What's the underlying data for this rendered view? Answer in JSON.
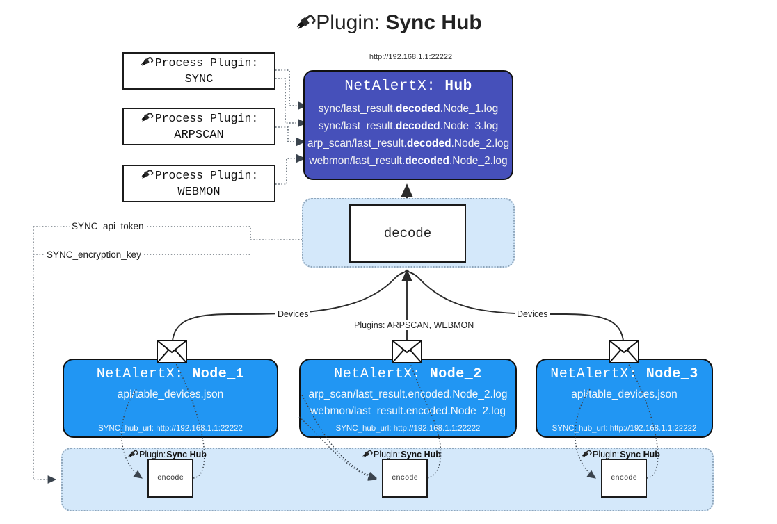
{
  "title": {
    "icon": "plug-icon",
    "prefix": "Plugin: ",
    "name": "Sync Hub"
  },
  "hub": {
    "url_caption": "http://192.168.1.1:22222",
    "title_prefix": "NetAlertX: ",
    "title_name": "Hub",
    "color": "#4650ba",
    "lines": [
      {
        "pre": "sync/last_result.",
        "mid": "decoded",
        "post": ".Node_1.log"
      },
      {
        "pre": "sync/last_result.",
        "mid": "decoded",
        "post": ".Node_3.log"
      },
      {
        "pre": "arp_scan/last_result.",
        "mid": "decoded",
        "post": ".Node_2.log"
      },
      {
        "pre": "webmon/last_result.",
        "mid": "decoded",
        "post": ".Node_2.log"
      }
    ]
  },
  "process_plugins": [
    {
      "line1": "Process Plugin:",
      "line2": "SYNC",
      "icon": "plug-icon"
    },
    {
      "line1": "Process Plugin:",
      "line2": "ARPSCAN",
      "icon": "plug-icon"
    },
    {
      "line1": "Process Plugin:",
      "line2": "WEBMON",
      "icon": "plug-icon"
    }
  ],
  "decode": {
    "label": "decode",
    "band_color": "#d4e8fa"
  },
  "secrets": [
    {
      "label": "SYNC_api_token"
    },
    {
      "label": "SYNC_encryption_key"
    }
  ],
  "edge_labels": {
    "devices_left": "Devices",
    "devices_right": "Devices",
    "plugins_middle": "Plugins: ARPSCAN, WEBMON"
  },
  "nodes": [
    {
      "title_prefix": "NetAlertX: ",
      "title_name": "Node_1",
      "color": "#2196f3",
      "lines": [
        "api/table_devices.json"
      ],
      "footer": "SYNC_hub_url: http://192.168.1.1:22222",
      "envelope": "envelope-icon"
    },
    {
      "title_prefix": "NetAlertX: ",
      "title_name": "Node_2",
      "color": "#2196f3",
      "lines": [
        "arp_scan/last_result.encoded.Node_2.log",
        "webmon/last_result.encoded.Node_2.log"
      ],
      "footer": "SYNC_hub_url: http://192.168.1.1:22222",
      "envelope": "envelope-icon"
    },
    {
      "title_prefix": "NetAlertX: ",
      "title_name": "Node_3",
      "color": "#2196f3",
      "lines": [
        "api/table_devices.json"
      ],
      "footer": "SYNC_hub_url: http://192.168.1.1:22222",
      "envelope": "envelope-icon"
    }
  ],
  "bottom_band": {
    "captions": [
      {
        "prefix": "Plugin: ",
        "name": "Sync Hub",
        "icon": "plug-icon"
      },
      {
        "prefix": "Plugin: ",
        "name": "Sync Hub",
        "icon": "plug-icon"
      },
      {
        "prefix": "Plugin: ",
        "name": "Sync Hub",
        "icon": "plug-icon"
      }
    ],
    "encode_label_1": "encode",
    "encode_label_2": "encode",
    "encode_label_3": "encode"
  }
}
